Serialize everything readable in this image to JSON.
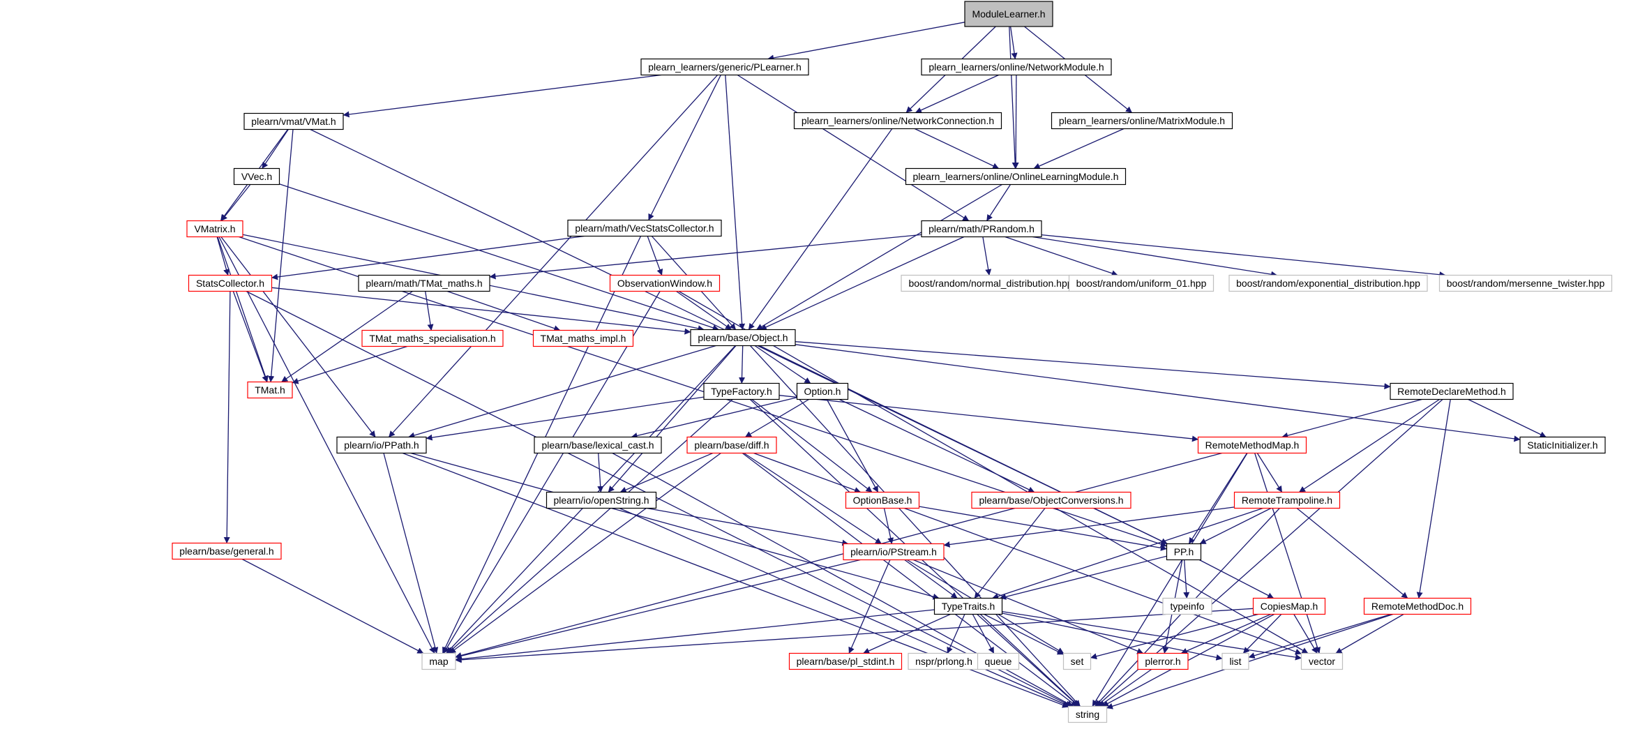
{
  "colors": {
    "edge": "#191970",
    "border_normal": "#000000",
    "border_incomplete": "#ff0000",
    "border_external": "#bfbfbf",
    "fill_root": "#bfbfbf",
    "fill": "#ffffff"
  },
  "nodes": [
    {
      "id": "modulelearner",
      "label": "ModuleLearner.h",
      "kind": "root"
    },
    {
      "id": "plearner",
      "label": "plearn_learners/generic/PLearner.h",
      "kind": "normal"
    },
    {
      "id": "networkmodule",
      "label": "plearn_learners/online/NetworkModule.h",
      "kind": "normal"
    },
    {
      "id": "networkconnection",
      "label": "plearn_learners/online/NetworkConnection.h",
      "kind": "normal"
    },
    {
      "id": "matrixmodule",
      "label": "plearn_learners/online/MatrixModule.h",
      "kind": "normal"
    },
    {
      "id": "onlinelearningmodule",
      "label": "plearn_learners/online/OnlineLearningModule.h",
      "kind": "normal"
    },
    {
      "id": "vmat",
      "label": "plearn/vmat/VMat.h",
      "kind": "normal"
    },
    {
      "id": "vvec",
      "label": "VVec.h",
      "kind": "normal"
    },
    {
      "id": "vmatrix",
      "label": "VMatrix.h",
      "kind": "incomplete"
    },
    {
      "id": "vecstatscollector",
      "label": "plearn/math/VecStatsCollector.h",
      "kind": "normal"
    },
    {
      "id": "prandom",
      "label": "plearn/math/PRandom.h",
      "kind": "normal"
    },
    {
      "id": "statscollector",
      "label": "StatsCollector.h",
      "kind": "incomplete"
    },
    {
      "id": "tmatmaths",
      "label": "plearn/math/TMat_maths.h",
      "kind": "normal"
    },
    {
      "id": "observationwindow",
      "label": "ObservationWindow.h",
      "kind": "incomplete"
    },
    {
      "id": "normaldist",
      "label": "boost/random/normal_distribution.hpp",
      "kind": "external"
    },
    {
      "id": "uniform01",
      "label": "boost/random/uniform_01.hpp",
      "kind": "external"
    },
    {
      "id": "expdist",
      "label": "boost/random/exponential_distribution.hpp",
      "kind": "external"
    },
    {
      "id": "mersenne",
      "label": "boost/random/mersenne_twister.hpp",
      "kind": "external"
    },
    {
      "id": "tmatspec",
      "label": "TMat_maths_specialisation.h",
      "kind": "incomplete"
    },
    {
      "id": "tmatimpl",
      "label": "TMat_maths_impl.h",
      "kind": "incomplete"
    },
    {
      "id": "object",
      "label": "plearn/base/Object.h",
      "kind": "normal"
    },
    {
      "id": "tmat",
      "label": "TMat.h",
      "kind": "incomplete"
    },
    {
      "id": "typefactory",
      "label": "TypeFactory.h",
      "kind": "normal"
    },
    {
      "id": "option",
      "label": "Option.h",
      "kind": "normal"
    },
    {
      "id": "remotedeclaremethod",
      "label": "RemoteDeclareMethod.h",
      "kind": "normal"
    },
    {
      "id": "ppath",
      "label": "plearn/io/PPath.h",
      "kind": "normal"
    },
    {
      "id": "lexicalcast",
      "label": "plearn/base/lexical_cast.h",
      "kind": "normal"
    },
    {
      "id": "diff",
      "label": "plearn/base/diff.h",
      "kind": "incomplete"
    },
    {
      "id": "remotemethodmap",
      "label": "RemoteMethodMap.h",
      "kind": "incomplete"
    },
    {
      "id": "staticinitializer",
      "label": "StaticInitializer.h",
      "kind": "normal"
    },
    {
      "id": "openstring",
      "label": "plearn/io/openString.h",
      "kind": "normal"
    },
    {
      "id": "optionbase",
      "label": "OptionBase.h",
      "kind": "incomplete"
    },
    {
      "id": "objectconversions",
      "label": "plearn/base/ObjectConversions.h",
      "kind": "incomplete"
    },
    {
      "id": "remotetrampoline",
      "label": "RemoteTrampoline.h",
      "kind": "incomplete"
    },
    {
      "id": "general",
      "label": "plearn/base/general.h",
      "kind": "incomplete"
    },
    {
      "id": "pstream",
      "label": "plearn/io/PStream.h",
      "kind": "incomplete"
    },
    {
      "id": "pp",
      "label": "PP.h",
      "kind": "normal"
    },
    {
      "id": "typetraits",
      "label": "TypeTraits.h",
      "kind": "normal"
    },
    {
      "id": "typeinfo",
      "label": "typeinfo",
      "kind": "external"
    },
    {
      "id": "copiesmap",
      "label": "CopiesMap.h",
      "kind": "incomplete"
    },
    {
      "id": "remotemethoddoc",
      "label": "RemoteMethodDoc.h",
      "kind": "incomplete"
    },
    {
      "id": "map",
      "label": "map",
      "kind": "external"
    },
    {
      "id": "plstdint",
      "label": "plearn/base/pl_stdint.h",
      "kind": "incomplete"
    },
    {
      "id": "prlong",
      "label": "nspr/prlong.h",
      "kind": "external"
    },
    {
      "id": "queue",
      "label": "queue",
      "kind": "external"
    },
    {
      "id": "set",
      "label": "set",
      "kind": "external"
    },
    {
      "id": "plerror",
      "label": "plerror.h",
      "kind": "incomplete"
    },
    {
      "id": "list",
      "label": "list",
      "kind": "external"
    },
    {
      "id": "vector",
      "label": "vector",
      "kind": "external"
    },
    {
      "id": "string",
      "label": "string",
      "kind": "external"
    }
  ],
  "edges": [
    [
      "modulelearner",
      "plearner"
    ],
    [
      "modulelearner",
      "networkmodule"
    ],
    [
      "modulelearner",
      "networkconnection"
    ],
    [
      "modulelearner",
      "matrixmodule"
    ],
    [
      "modulelearner",
      "onlinelearningmodule"
    ],
    [
      "plearner",
      "vmat"
    ],
    [
      "plearner",
      "vecstatscollector"
    ],
    [
      "plearner",
      "object"
    ],
    [
      "plearner",
      "prandom"
    ],
    [
      "plearner",
      "ppath"
    ],
    [
      "networkmodule",
      "networkconnection"
    ],
    [
      "networkmodule",
      "onlinelearningmodule"
    ],
    [
      "networkconnection",
      "onlinelearningmodule"
    ],
    [
      "networkconnection",
      "object"
    ],
    [
      "matrixmodule",
      "onlinelearningmodule"
    ],
    [
      "onlinelearningmodule",
      "prandom"
    ],
    [
      "onlinelearningmodule",
      "object"
    ],
    [
      "vmat",
      "vvec"
    ],
    [
      "vmat",
      "vmatrix"
    ],
    [
      "vmat",
      "tmat"
    ],
    [
      "vmat",
      "pp"
    ],
    [
      "vvec",
      "vmatrix"
    ],
    [
      "vvec",
      "object"
    ],
    [
      "vmatrix",
      "statscollector"
    ],
    [
      "vmatrix",
      "tmat"
    ],
    [
      "vmatrix",
      "object"
    ],
    [
      "vmatrix",
      "ppath"
    ],
    [
      "vmatrix",
      "pp"
    ],
    [
      "vmatrix",
      "map"
    ],
    [
      "vecstatscollector",
      "statscollector"
    ],
    [
      "vecstatscollector",
      "observationwindow"
    ],
    [
      "vecstatscollector",
      "object"
    ],
    [
      "vecstatscollector",
      "map"
    ],
    [
      "prandom",
      "tmatmaths"
    ],
    [
      "prandom",
      "object"
    ],
    [
      "prandom",
      "normaldist"
    ],
    [
      "prandom",
      "uniform01"
    ],
    [
      "prandom",
      "expdist"
    ],
    [
      "prandom",
      "mersenne"
    ],
    [
      "statscollector",
      "tmat"
    ],
    [
      "statscollector",
      "object"
    ],
    [
      "statscollector",
      "general"
    ],
    [
      "statscollector",
      "string"
    ],
    [
      "tmatmaths",
      "tmatspec"
    ],
    [
      "tmatmaths",
      "tmatimpl"
    ],
    [
      "tmatmaths",
      "tmat"
    ],
    [
      "tmatspec",
      "tmat"
    ],
    [
      "observationwindow",
      "object"
    ],
    [
      "observationwindow",
      "map"
    ],
    [
      "observationwindow",
      "vector"
    ],
    [
      "object",
      "typefactory"
    ],
    [
      "object",
      "option"
    ],
    [
      "object",
      "remotedeclaremethod"
    ],
    [
      "object",
      "staticinitializer"
    ],
    [
      "object",
      "ppath"
    ],
    [
      "object",
      "openstring"
    ],
    [
      "object",
      "pp"
    ],
    [
      "object",
      "map"
    ],
    [
      "object",
      "string"
    ],
    [
      "typefactory",
      "ppath"
    ],
    [
      "typefactory",
      "optionbase"
    ],
    [
      "typefactory",
      "remotemethodmap"
    ],
    [
      "typefactory",
      "map"
    ],
    [
      "typefactory",
      "string"
    ],
    [
      "option",
      "lexicalcast"
    ],
    [
      "option",
      "diff"
    ],
    [
      "option",
      "optionbase"
    ],
    [
      "option",
      "objectconversions"
    ],
    [
      "remotedeclaremethod",
      "remotemethodmap"
    ],
    [
      "remotedeclaremethod",
      "remotetrampoline"
    ],
    [
      "remotedeclaremethod",
      "remotemethoddoc"
    ],
    [
      "remotedeclaremethod",
      "staticinitializer"
    ],
    [
      "remotedeclaremethod",
      "string"
    ],
    [
      "ppath",
      "typetraits"
    ],
    [
      "ppath",
      "map"
    ],
    [
      "ppath",
      "string"
    ],
    [
      "lexicalcast",
      "openstring"
    ],
    [
      "lexicalcast",
      "string"
    ],
    [
      "diff",
      "openstring"
    ],
    [
      "diff",
      "optionbase"
    ],
    [
      "diff",
      "pstream"
    ],
    [
      "diff",
      "map"
    ],
    [
      "diff",
      "string"
    ],
    [
      "remotemethodmap",
      "remotetrampoline"
    ],
    [
      "remotemethodmap",
      "pp"
    ],
    [
      "remotemethodmap",
      "map"
    ],
    [
      "remotemethodmap",
      "string"
    ],
    [
      "remotemethodmap",
      "vector"
    ],
    [
      "openstring",
      "pstream"
    ],
    [
      "openstring",
      "string"
    ],
    [
      "optionbase",
      "pstream"
    ],
    [
      "optionbase",
      "pp"
    ],
    [
      "optionbase",
      "vector"
    ],
    [
      "objectconversions",
      "typetraits"
    ],
    [
      "remotetrampoline",
      "pstream"
    ],
    [
      "remotetrampoline",
      "pp"
    ],
    [
      "remotetrampoline",
      "typetraits"
    ],
    [
      "remotetrampoline",
      "remotemethoddoc"
    ],
    [
      "remotetrampoline",
      "string"
    ],
    [
      "general",
      "map"
    ],
    [
      "pstream",
      "map"
    ],
    [
      "pstream",
      "plstdint"
    ],
    [
      "pstream",
      "typetraits"
    ],
    [
      "pstream",
      "set"
    ],
    [
      "pstream",
      "plerror"
    ],
    [
      "pp",
      "typetraits"
    ],
    [
      "pp",
      "typeinfo"
    ],
    [
      "pp",
      "copiesmap"
    ],
    [
      "pp",
      "plerror"
    ],
    [
      "typetraits",
      "map"
    ],
    [
      "typetraits",
      "plstdint"
    ],
    [
      "typetraits",
      "prlong"
    ],
    [
      "typetraits",
      "queue"
    ],
    [
      "typetraits",
      "set"
    ],
    [
      "typetraits",
      "list"
    ],
    [
      "typetraits",
      "vector"
    ],
    [
      "typetraits",
      "string"
    ],
    [
      "copiesmap",
      "map"
    ],
    [
      "copiesmap",
      "set"
    ],
    [
      "copiesmap",
      "plerror"
    ],
    [
      "copiesmap",
      "list"
    ],
    [
      "copiesmap",
      "vector"
    ],
    [
      "copiesmap",
      "string"
    ],
    [
      "remotemethoddoc",
      "list"
    ],
    [
      "remotemethoddoc",
      "vector"
    ],
    [
      "remotemethoddoc",
      "string"
    ],
    [
      "plerror",
      "string"
    ]
  ]
}
